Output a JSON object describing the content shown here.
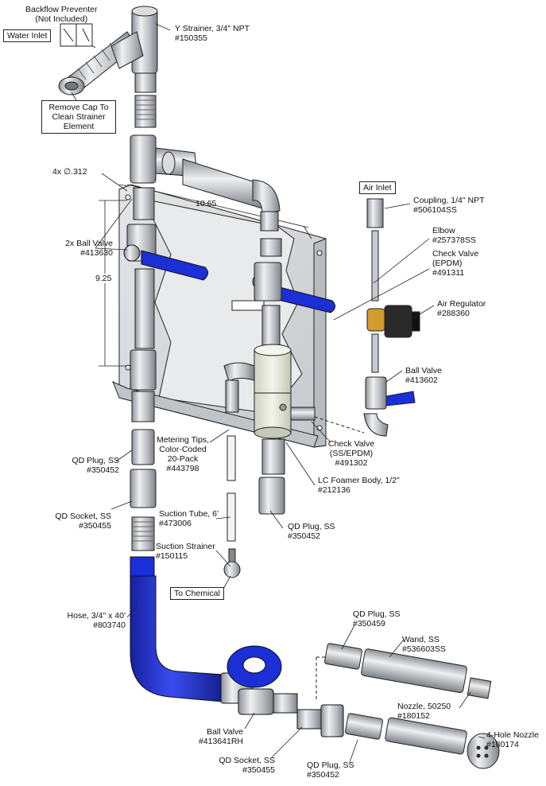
{
  "colors": {
    "hose": "#2233cc",
    "handle": "#1a2fd6",
    "steel": "#c9cdd2",
    "panel": "#d7d9dc",
    "brass": "#d39a2c",
    "outline": "#222222"
  },
  "labels": {
    "backflow_preventer": [
      "Backflow Preventer",
      "(Not Included)"
    ],
    "water_inlet": "Water Inlet",
    "y_strainer": [
      "Y Strainer, 3/4\" NPT",
      "#150355"
    ],
    "remove_cap": [
      "Remove Cap",
      "To Clean",
      "Strainer Element"
    ],
    "hole_dim": "4x ∅.312",
    "width_dim": "10.65",
    "height_dim": "9.25",
    "ball_valve_2x": [
      "2x Ball Valve",
      "#413630"
    ],
    "air_inlet": "Air Inlet",
    "coupling": [
      "Coupling, 1/4\" NPT",
      "#506104SS"
    ],
    "elbow": [
      "Elbow",
      "#257378SS"
    ],
    "check_valve_epdm": [
      "Check Valve",
      "(EPDM)",
      "#491311"
    ],
    "air_regulator": [
      "Air Regulator",
      "#288360"
    ],
    "ball_valve_air": [
      "Ball Valve",
      "#413602"
    ],
    "metering_tips": [
      "Metering Tips,",
      "Color-Coded",
      "20-Pack",
      "#443798"
    ],
    "check_valve_ss": [
      "Check Valve",
      "(SS/EPDM)",
      "#491302"
    ],
    "qd_plug_1": [
      "QD Plug, SS",
      "#350452"
    ],
    "qd_socket_1": [
      "QD Socket, SS",
      "#350455"
    ],
    "lc_foamer": [
      "LC Foamer Body, 1/2\"",
      "#212136"
    ],
    "suction_tube": [
      "Suction Tube, 6'",
      "#473006"
    ],
    "qd_plug_2": [
      "QD Plug, SS",
      "#350452"
    ],
    "suction_strainer": [
      "Suction Strainer",
      "#150115"
    ],
    "to_chemical": "To Chemical",
    "hose": [
      "Hose, 3/4\" x 40'",
      "#803740"
    ],
    "qd_plug_wand": [
      "QD Plug, SS",
      "#350459"
    ],
    "wand": [
      "Wand, SS",
      "#536603SS"
    ],
    "nozzle": [
      "Nozzle, 50250",
      "#180152"
    ],
    "ball_valve_rh": [
      "Ball Valve",
      "#413641RH"
    ],
    "four_hole_nozzle": [
      "4-Hole Nozzle",
      "#180174"
    ],
    "qd_socket_2": [
      "QD Socket, SS",
      "#350455"
    ],
    "qd_plug_3": [
      "QD Plug, SS",
      "#350452"
    ]
  }
}
